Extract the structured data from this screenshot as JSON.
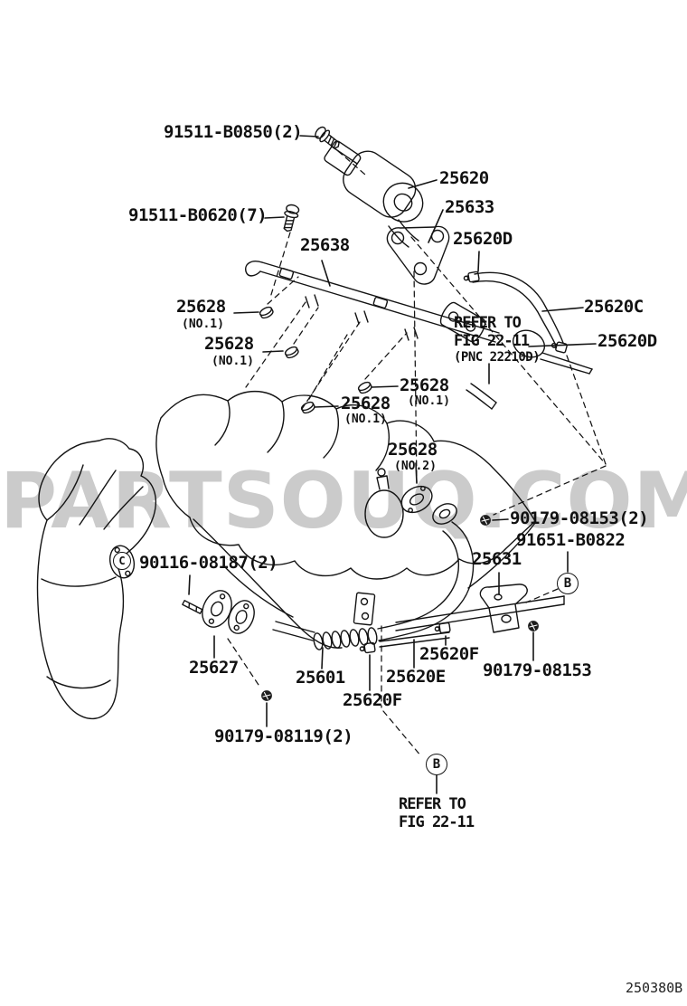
{
  "watermark": "PARTSOUQ.COM",
  "doc_code": "250380B",
  "colors": {
    "ink": "#141414",
    "watermark": "#cbcbcb",
    "paper": "#ffffff"
  },
  "callouts": {
    "b1": "B",
    "b2": "B",
    "c": "C"
  },
  "refer_top": {
    "line1": "REFER TO",
    "line2": "FIG 22-11",
    "line3": "(PNC 22210D)"
  },
  "refer_bottom": {
    "line1": "REFER TO",
    "line2": "FIG 22-11"
  },
  "parts": {
    "bolt_b0850": "91511-B0850(2)",
    "egr_valve": "25620",
    "bolt_b0620": "91511-B0620(7)",
    "egr_valve_gasket": "25633",
    "egr_pipe_rail": "25638",
    "clamp_d_top": "25620D",
    "hose_c": "25620C",
    "clamp_d_right": "25620D",
    "seal_1a": "25628",
    "seal_1a_sub": "(NO.1)",
    "seal_1b": "25628",
    "seal_1b_sub": "(NO.1)",
    "seal_1c": "25628",
    "seal_1c_sub": "(NO.1)",
    "seal_1d": "25628",
    "seal_1d_sub": "(NO.1)",
    "gasket_no2": "25628",
    "gasket_no2_sub": "(NO.2)",
    "nut_08153_2": "90179-08153(2)",
    "bolt_b0822": "91651-B0822",
    "bracket": "25631",
    "stud_08187": "90116-08187(2)",
    "gasket_25627": "25627",
    "egr_pipe": "25601",
    "clamp_f_right": "25620F",
    "hose_e": "25620E",
    "nut_08153": "90179-08153",
    "clamp_f_left": "25620F",
    "nut_08119": "90179-08119(2)"
  }
}
